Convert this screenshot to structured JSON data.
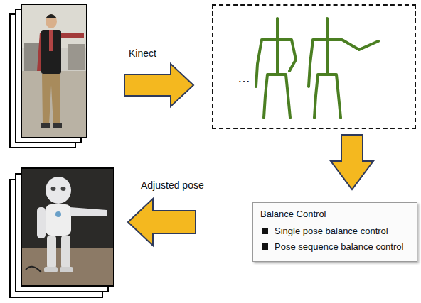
{
  "diagram": {
    "nodes": [
      {
        "text": [
          "…"
        ]
      },
      {
        "text": [
          "Balance Control",
          "Single pose balance control",
          "Pose sequence balance control"
        ]
      }
    ],
    "edges": [
      {
        "from": 0,
        "to": 1,
        "arrow": "to"
      }
    ],
    "labels": [
      "Kinect",
      "Adjusted pose"
    ]
  }
}
